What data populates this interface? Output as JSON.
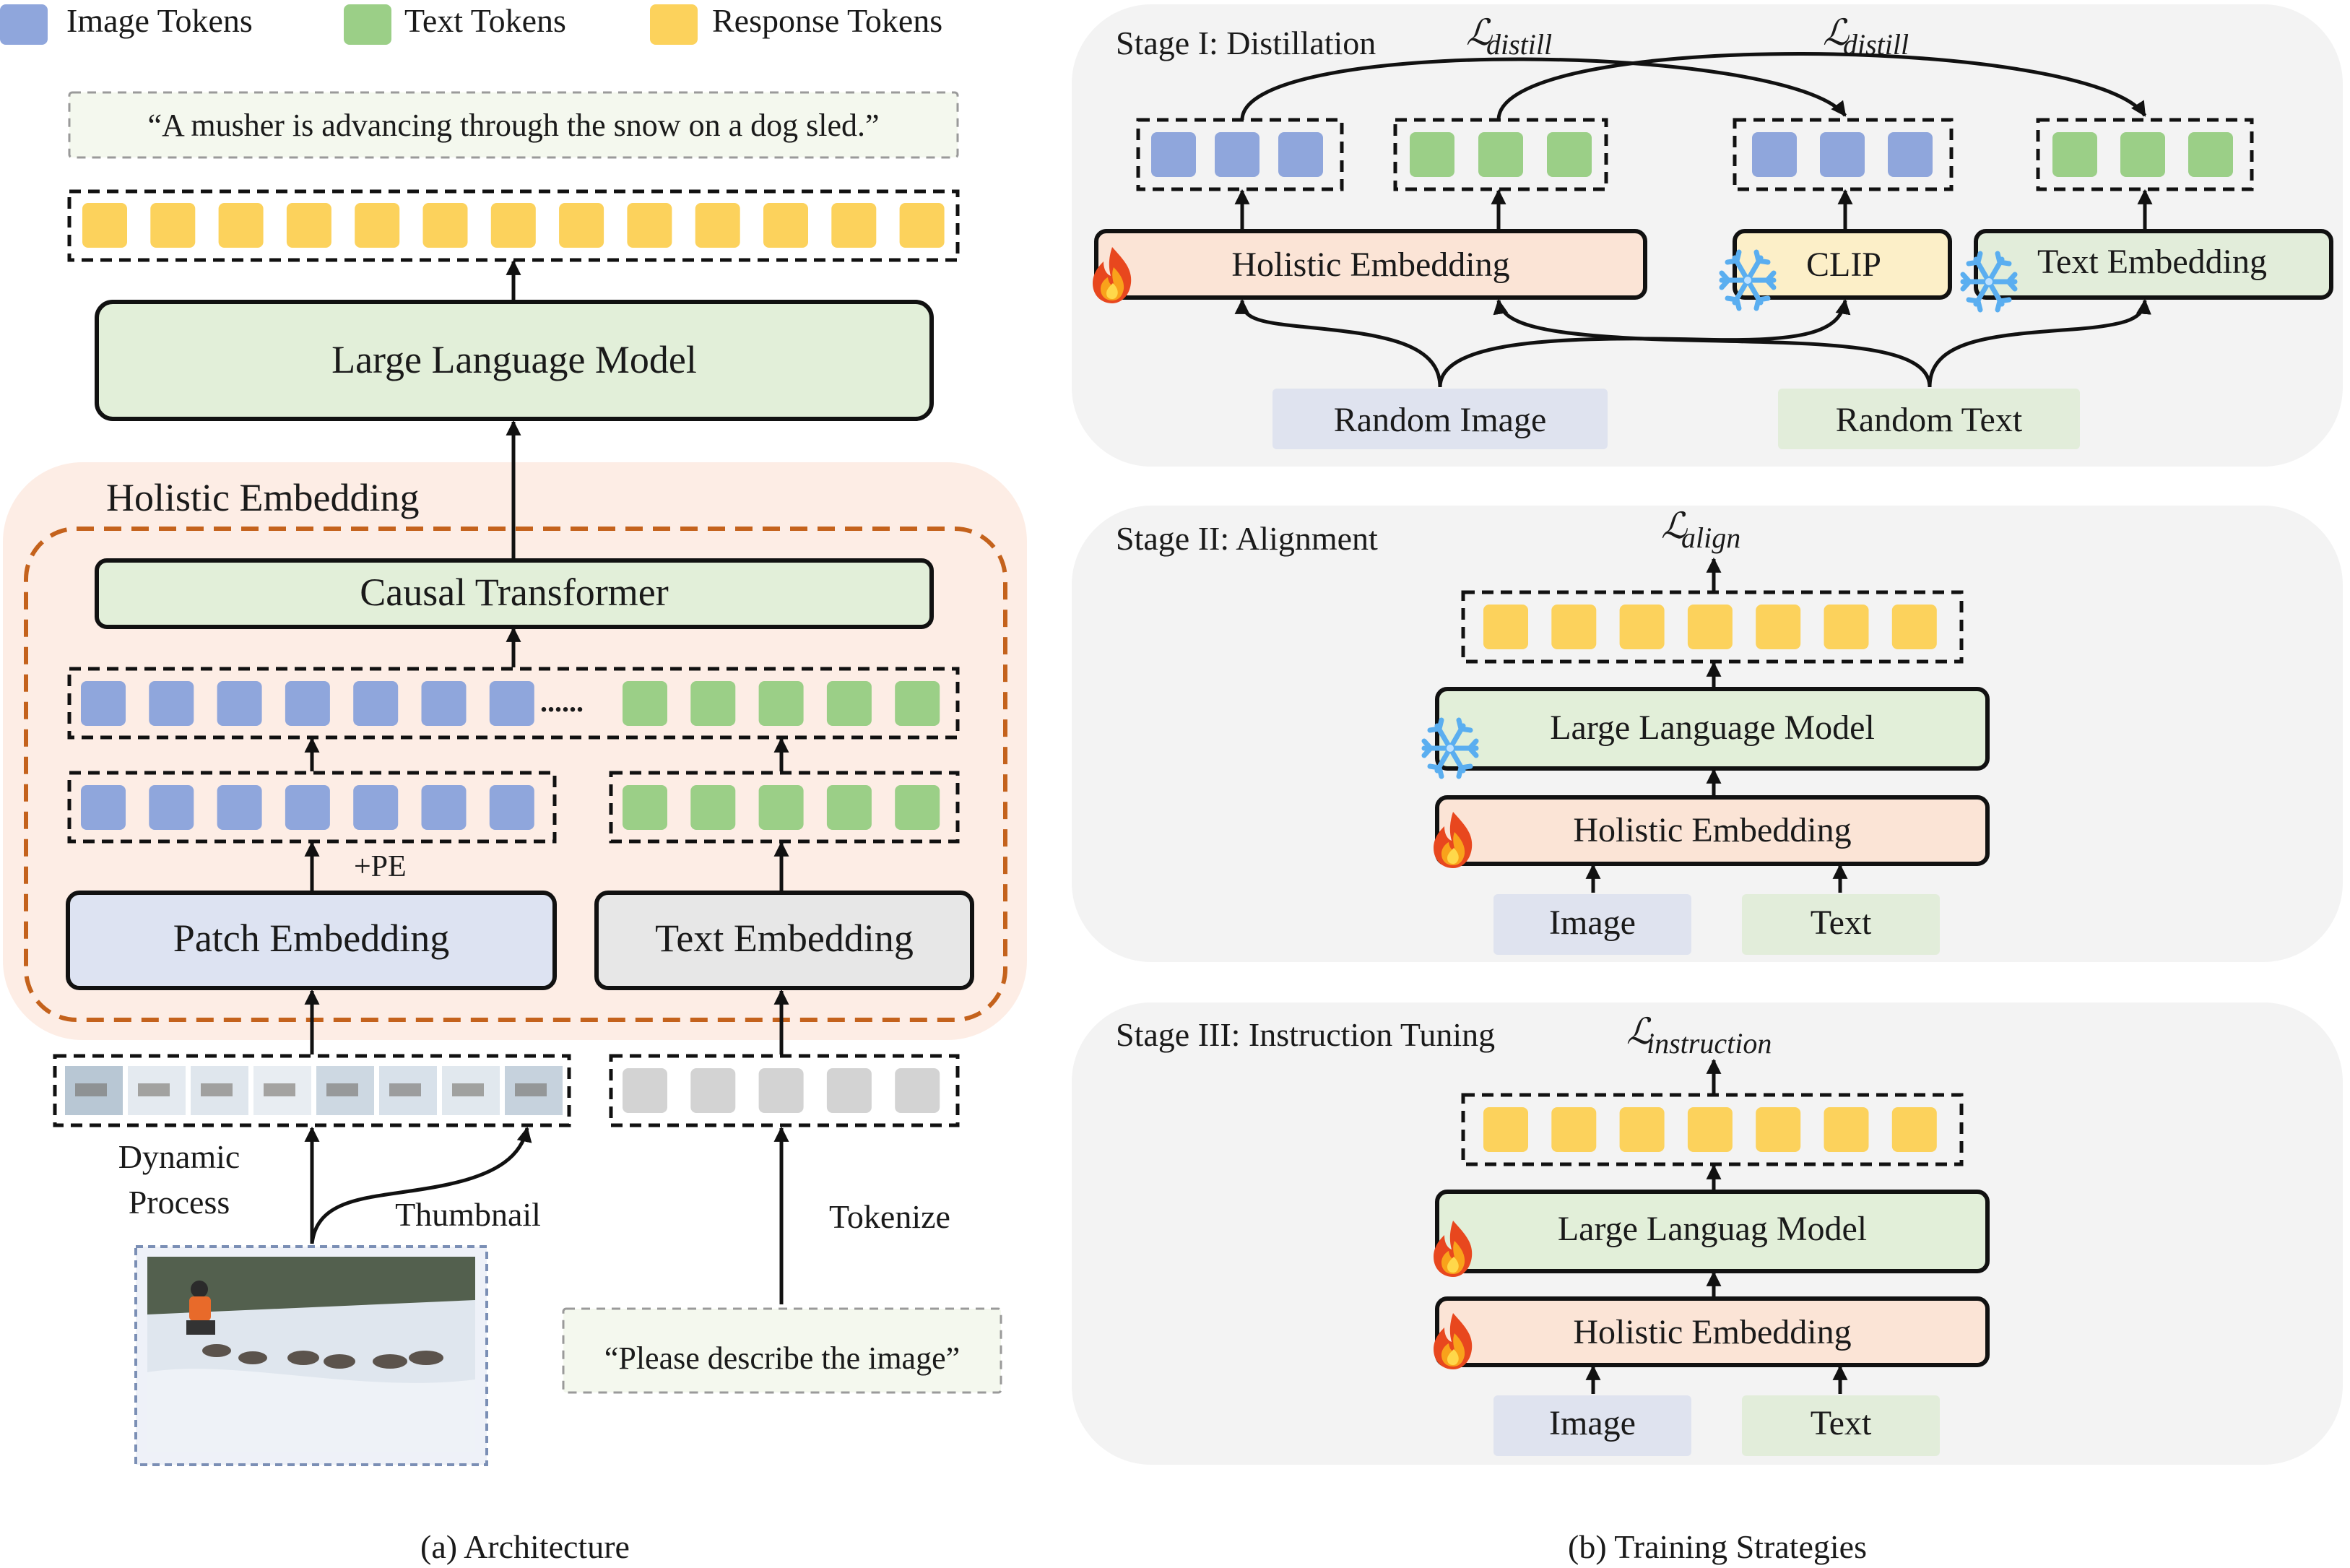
{
  "colors": {
    "image_token": "#8fa6dc",
    "text_token": "#9bcf87",
    "response_token": "#fcd25c",
    "gray_token": "#d3d3d3",
    "llm_fill": "#e2efd9",
    "holistic_fill": "#fbe4d6",
    "patch_fill": "#dde3f2",
    "text_embed_fill": "#e7e7e7",
    "clip_fill": "#fcefc8",
    "holistic_region": "#fdede5",
    "holistic_dash": "#c4621c",
    "stage_panel": "#f3f3f3",
    "image_chip": "#dfe3ef",
    "text_chip": "#e2edda"
  },
  "icons": {
    "trainable": "fire-icon",
    "frozen": "snowflake-icon"
  },
  "legend": [
    {
      "label": "Image Tokens",
      "color_key": "image_token"
    },
    {
      "label": "Text Tokens",
      "color_key": "text_token"
    },
    {
      "label": "Response Tokens",
      "color_key": "response_token"
    }
  ],
  "architecture": {
    "caption": "(a) Architecture",
    "response_text": "“A musher is advancing through the snow on a dog sled.”",
    "llm": "Large Language Model",
    "holistic_title": "Holistic Embedding",
    "causal_transformer": "Causal Transformer",
    "dots": "......",
    "pe": "+PE",
    "patch_embedding": "Patch Embedding",
    "text_embedding": "Text Embedding",
    "dynamic_process_1": "Dynamic",
    "dynamic_process_2": "Process",
    "thumbnail": "Thumbnail",
    "tokenize": "Tokenize",
    "prompt": "“Please describe the image”"
  },
  "training": {
    "caption": "(b) Training Strategies",
    "stage1": {
      "title": "Stage I: Distillation",
      "loss_sub": "distill",
      "holistic": "Holistic Embedding",
      "clip": "CLIP",
      "text_embedding": "Text Embedding",
      "random_image": "Random Image",
      "random_text": "Random Text"
    },
    "stage2": {
      "title": "Stage II: Alignment",
      "loss_sub": "align",
      "llm": "Large Language Model",
      "holistic": "Holistic Embedding",
      "image": "Image",
      "text": "Text"
    },
    "stage3": {
      "title": "Stage III: Instruction Tuning",
      "loss_sub": "instruction",
      "llm": "Large Languag Model",
      "holistic": "Holistic Embedding",
      "image": "Image",
      "text": "Text"
    }
  }
}
